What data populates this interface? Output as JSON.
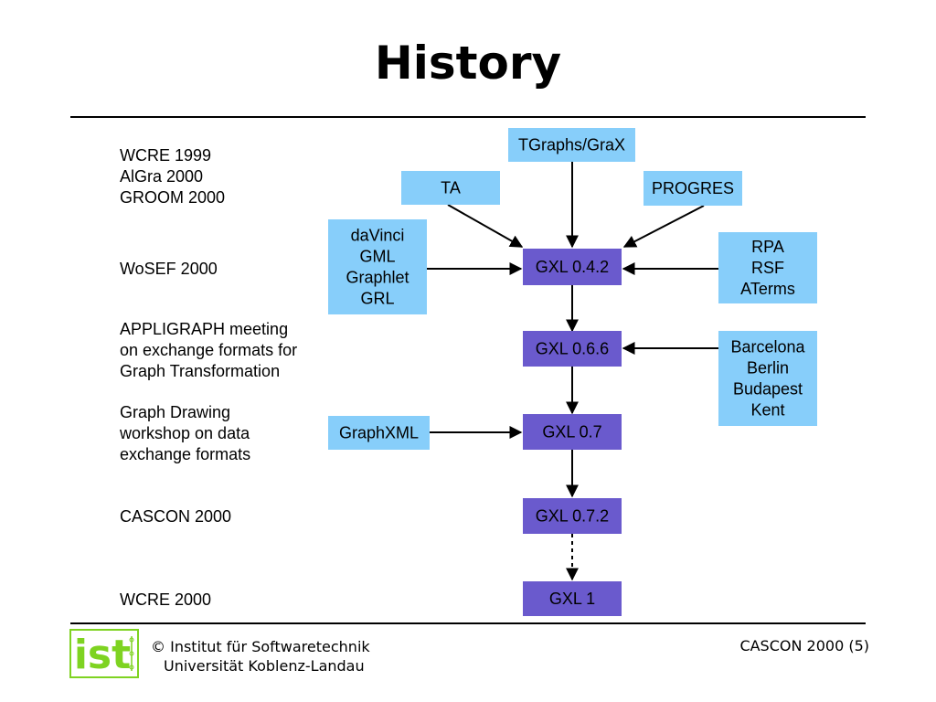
{
  "title": "History",
  "left_labels": [
    "WCRE 1999\nAlGra 2000\nGROOM 2000",
    "WoSEF 2000",
    "APPLIGRAPH meeting\non exchange formats for\nGraph Transformation",
    "Graph Drawing\nworkshop on data\nexchange formats",
    "CASCON 2000",
    "WCRE 2000"
  ],
  "nodes": {
    "tgraphs": [
      "TGraphs/GraX"
    ],
    "ta": [
      "TA"
    ],
    "progres": [
      "PROGRES"
    ],
    "davinci": [
      "daVinci",
      "GML",
      "Graphlet",
      "GRL"
    ],
    "rpa": [
      "RPA",
      "RSF",
      "ATerms"
    ],
    "barcelona": [
      "Barcelona",
      "Berlin",
      "Budapest",
      "Kent"
    ],
    "graphxml": [
      "GraphXML"
    ],
    "gxl042": [
      "GXL 0.4.2"
    ],
    "gxl066": [
      "GXL 0.6.6"
    ],
    "gxl07": [
      "GXL 0.7"
    ],
    "gxl072": [
      "GXL 0.7.2"
    ],
    "gxl1": [
      "GXL 1"
    ]
  },
  "colors": {
    "source_box": "#87cefa",
    "version_box": "#6a5acd"
  },
  "footer": {
    "copyright_symbol": "©",
    "institute": "Institut für Softwaretechnik",
    "university": "Universität Koblenz-Landau",
    "logo_text": "ist",
    "right": "CASCON 2000  (5)"
  }
}
